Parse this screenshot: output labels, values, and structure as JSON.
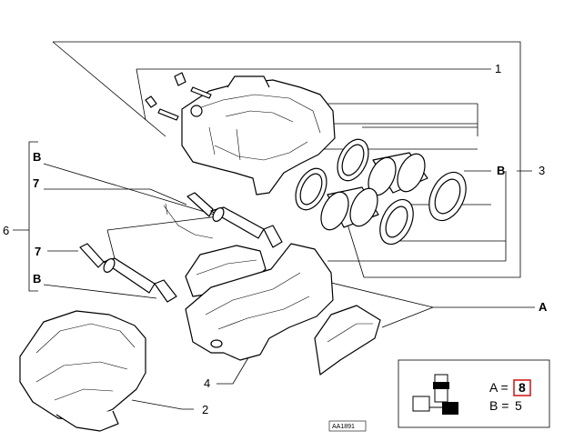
{
  "callouts": {
    "c1": "1",
    "c2": "2",
    "c3": "3",
    "c4": "4",
    "c6": "6",
    "c7a": "7",
    "c7b": "7",
    "cA": "A",
    "cBa": "B",
    "cBb": "B",
    "cBc": "B"
  },
  "legend": {
    "a_label": "A =",
    "a_value": "8",
    "b_label": "B =",
    "b_value": "5"
  },
  "code": "AA1891",
  "colors": {
    "highlight_box": "#d42020",
    "ink": "#000000"
  }
}
